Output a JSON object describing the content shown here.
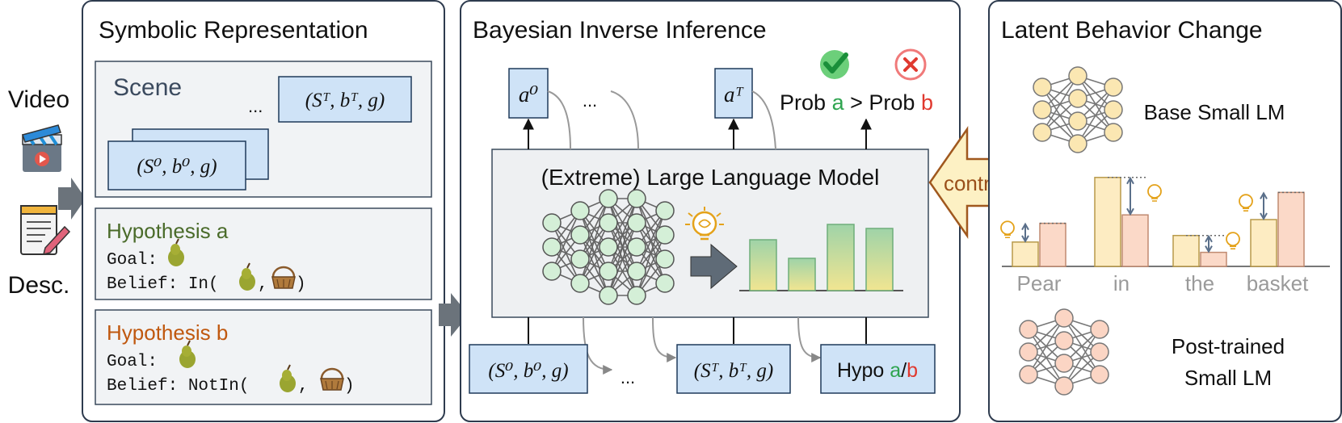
{
  "left_labels": {
    "video": "Video",
    "desc": "Desc."
  },
  "panels": {
    "symbolic": {
      "title": "Symbolic Representation",
      "scene": {
        "label": "Scene",
        "ellipsis": "...",
        "state_first": "(S⁰, b⁰, g)",
        "state_last": "(Sᵀ, bᵀ, g)"
      },
      "hypothesis_a": {
        "title": "Hypothesis a",
        "goal": "Goal:",
        "belief_prefix": "Belief: In(",
        "belief_sep": ",",
        "belief_suffix": ")"
      },
      "hypothesis_b": {
        "title": "Hypothesis b",
        "goal": "Goal:",
        "belief_prefix": "Belief: NotIn(",
        "belief_sep": ",",
        "belief_suffix": ")"
      },
      "colors": {
        "hyp_a": "#4a6b2a",
        "hyp_b": "#c0580f"
      }
    },
    "bayesian": {
      "title": "Bayesian Inverse Inference",
      "action_first": "a⁰",
      "action_last": "aᵀ",
      "ellipsis_top": "...",
      "prob_text": {
        "prob1": "Prob",
        "a": "a",
        "gt": ">",
        "prob2": "Prob",
        "b": "b"
      },
      "llm_title": "(Extreme) Large Language Model",
      "input_first": "(S⁰, b⁰, g)",
      "input_last": "(Sᵀ, bᵀ, g)",
      "ellipsis_bottom": "...",
      "hypo": {
        "prefix": "Hypo",
        "a": "a",
        "slash": "/",
        "b": "b"
      },
      "control_label": "control",
      "colors": {
        "accent_green": "#2ea44f",
        "accent_red": "#e0392f"
      }
    },
    "latent": {
      "title": "Latent Behavior Change",
      "base_lm": "Base Small LM",
      "post_lm_line1": "Post-trained",
      "post_lm_line2": "Small LM",
      "words": [
        "Pear",
        "in",
        "the",
        "basket"
      ]
    }
  },
  "chart_data": {
    "type": "bar",
    "categories": [
      "Pear",
      "in",
      "the",
      "basket"
    ],
    "series": [
      {
        "name": "",
        "values": [
          0.26,
          0.95,
          0.33,
          0.5
        ]
      },
      {
        "name": "",
        "values": [
          0.46,
          0.55,
          0.15,
          0.79
        ]
      }
    ],
    "xlabel": "",
    "ylabel": "",
    "ylim": [
      0,
      1
    ]
  }
}
